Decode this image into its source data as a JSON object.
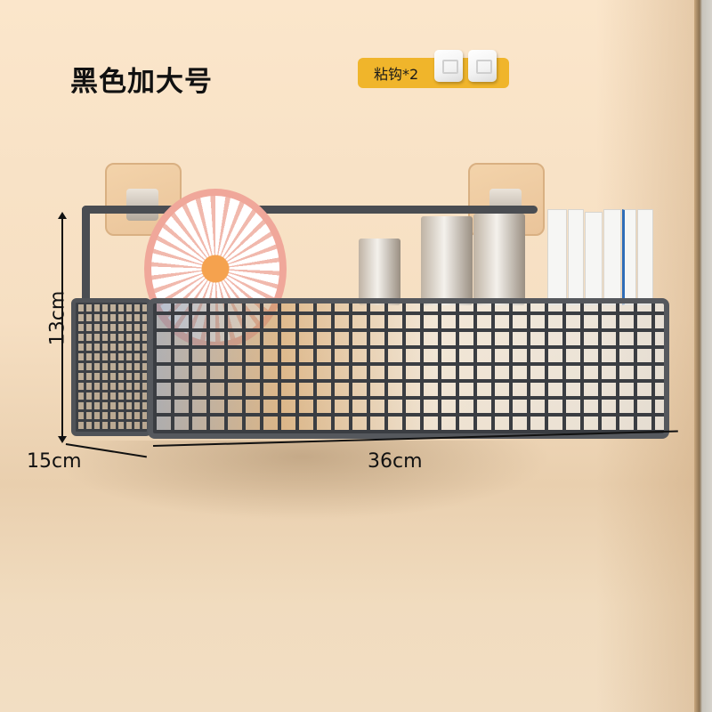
{
  "product": {
    "title": "黑色加大号",
    "badge": {
      "label": "粘钩*2",
      "color": "#f0b52b",
      "icons": [
        "adhesive-hook-icon",
        "adhesive-hook-icon"
      ]
    }
  },
  "dimensions": {
    "height": "13cm",
    "depth": "15cm",
    "width": "36cm"
  },
  "scene": {
    "background_color": "#f6dfc2",
    "basket_color": "#4a4d52",
    "contents": [
      "desk-fan",
      "cosmetic-bottles",
      "books"
    ]
  }
}
